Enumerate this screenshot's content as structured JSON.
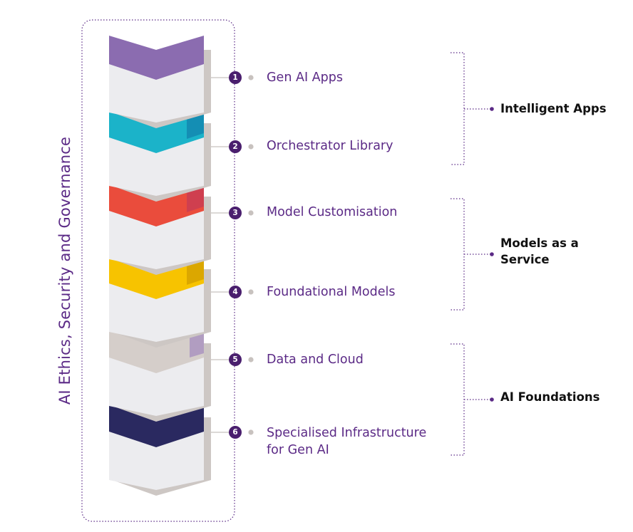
{
  "side_label": "AI Ethics, Security and Governance",
  "layers": [
    {
      "number": "1",
      "label": "Gen AI Apps",
      "color": "#8b6cb0"
    },
    {
      "number": "2",
      "label": "Orchestrator Library",
      "color": "#1bb3c9"
    },
    {
      "number": "3",
      "label": "Model Customisation",
      "color": "#ea4c3c"
    },
    {
      "number": "4",
      "label": "Foundational Models",
      "color": "#f7c300"
    },
    {
      "number": "5",
      "label": "Data and Cloud",
      "color": "#d5ceca"
    },
    {
      "number": "6",
      "label_line1": "Specialised Infrastructure",
      "label_line2": "for Gen AI",
      "color": "#2a2960"
    }
  ],
  "groups": [
    {
      "label": "Intelligent Apps"
    },
    {
      "label_line1": "Models as a",
      "label_line2": "Service"
    },
    {
      "label": "AI Foundations"
    }
  ],
  "colors": {
    "accent_purple": "#5b2a86",
    "dot_purple": "#4a1f6e",
    "block_face": "#ececef",
    "block_side": "#cdc7c4",
    "connector_gray": "#c8c2bf"
  }
}
